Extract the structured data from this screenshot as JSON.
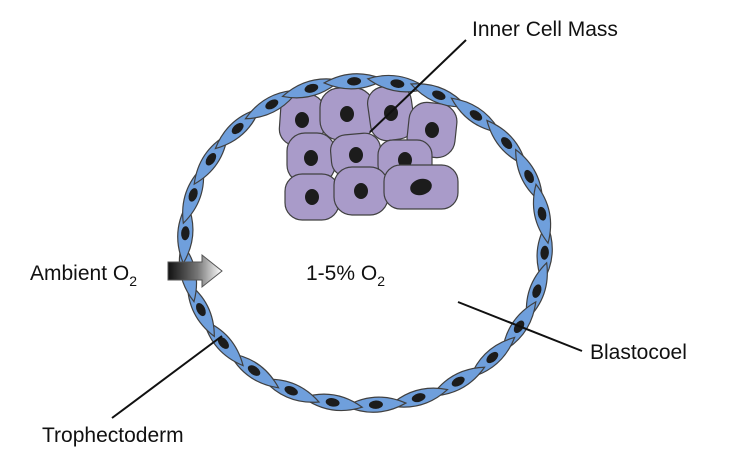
{
  "labels": {
    "inner_cell_mass": "Inner Cell Mass",
    "ambient_o2_base": "Ambient O",
    "ambient_o2_sub": "2",
    "internal_o2_base": "1-5% O",
    "internal_o2_sub": "2",
    "blastocoel": "Blastocoel",
    "trophectoderm": "Trophectoderm"
  },
  "colors": {
    "trophectoderm_cell": "#6f9fdc",
    "icm_cell": "#a99bc9",
    "nucleus": "#1c1c1c",
    "cell_outline": "#404040"
  }
}
